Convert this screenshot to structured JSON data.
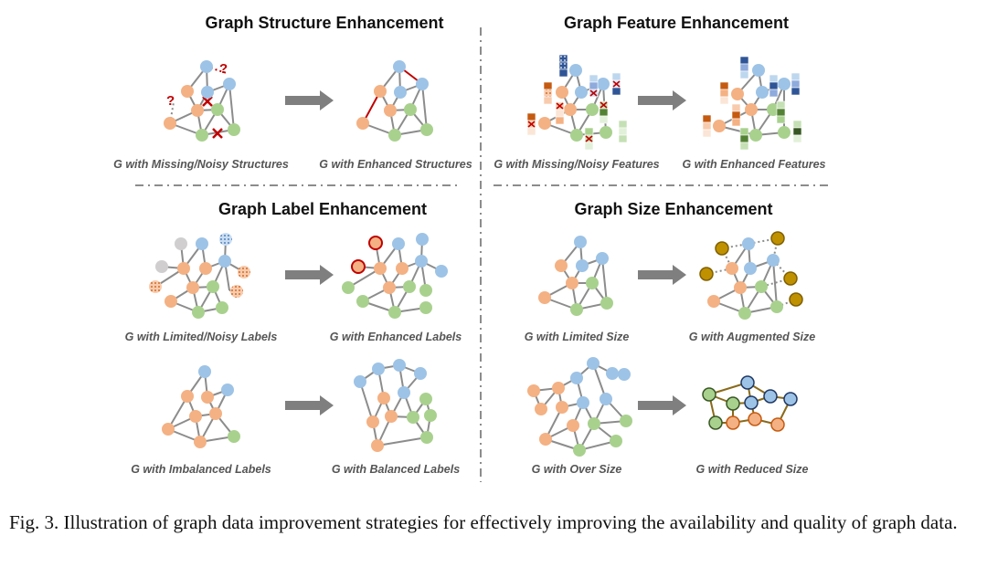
{
  "panels": {
    "structure": {
      "title": "Graph Structure Enhancement",
      "left_caption": "G with Missing/Noisy Structures",
      "right_caption": "G with Enhanced Structures"
    },
    "feature": {
      "title": "Graph Feature Enhancement",
      "left_caption": "G with Missing/Noisy Features",
      "right_caption": "G with Enhanced Features"
    },
    "label": {
      "title": "Graph Label Enhancement",
      "row1_left_caption": "G with Limited/Noisy Labels",
      "row1_right_caption": "G with Enhanced Labels",
      "row2_left_caption": "G with Imbalanced Labels",
      "row2_right_caption": "G with Balanced Labels"
    },
    "size": {
      "title": "Graph Size Enhancement",
      "row1_left_caption": "G with Limited Size",
      "row1_right_caption": "G with Augmented Size",
      "row2_left_caption": "G with Over Size",
      "row2_right_caption": "G with Reduced Size"
    }
  },
  "annotations": {
    "question_mark": "?"
  },
  "caption": "Fig. 3.  Illustration of graph data improvement strategies for effectively improving the availability and quality of graph data.",
  "colors": {
    "blue_node": "#9dc3e6",
    "orange_node": "#f4b183",
    "green_node": "#a9d18e",
    "gray_node": "#d0cece",
    "gold_node": "#bf9000",
    "edge": "#8c8c8c",
    "red_mark": "#c00000",
    "arrow": "#7f7f7f"
  }
}
